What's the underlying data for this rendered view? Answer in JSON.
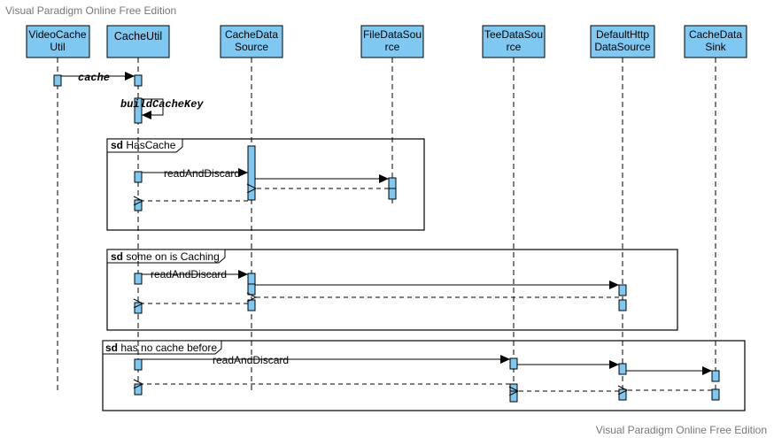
{
  "watermark_top": "Visual Paradigm Online Free Edition",
  "watermark_bottom": "Visual Paradigm Online Free Edition",
  "colors": {
    "lifeline_fill": "#7fc8f2",
    "stroke": "#000000",
    "frame_stroke": "#000000"
  },
  "lifelines": [
    {
      "id": "videocacheutil",
      "lines": [
        "VideoCache",
        "Util"
      ]
    },
    {
      "id": "cacheutil",
      "lines": [
        "CacheUtil"
      ]
    },
    {
      "id": "cachedatasource",
      "lines": [
        "CacheData",
        "Source"
      ]
    },
    {
      "id": "filedatasource",
      "lines": [
        "FileDataSou",
        "rce"
      ]
    },
    {
      "id": "teedatasource",
      "lines": [
        "TeeDataSou",
        "rce"
      ]
    },
    {
      "id": "defaulthttpdatasource",
      "lines": [
        "DefaultHttp",
        "DataSource"
      ]
    },
    {
      "id": "cachedatasink",
      "lines": [
        "CacheData",
        "Sink"
      ]
    }
  ],
  "messages": {
    "cache": "cache",
    "build_cache_key": "buildCacheKey",
    "read_and_discard_1": "readAndDiscard",
    "read_and_discard_2": "readAndDiscard",
    "read_and_discard_3": "readAndDiscard"
  },
  "frames": [
    {
      "keyword": "sd",
      "name": "HasCache"
    },
    {
      "keyword": "sd",
      "name": "some on is Caching"
    },
    {
      "keyword": "sd",
      "name": "has no cache before"
    }
  ]
}
